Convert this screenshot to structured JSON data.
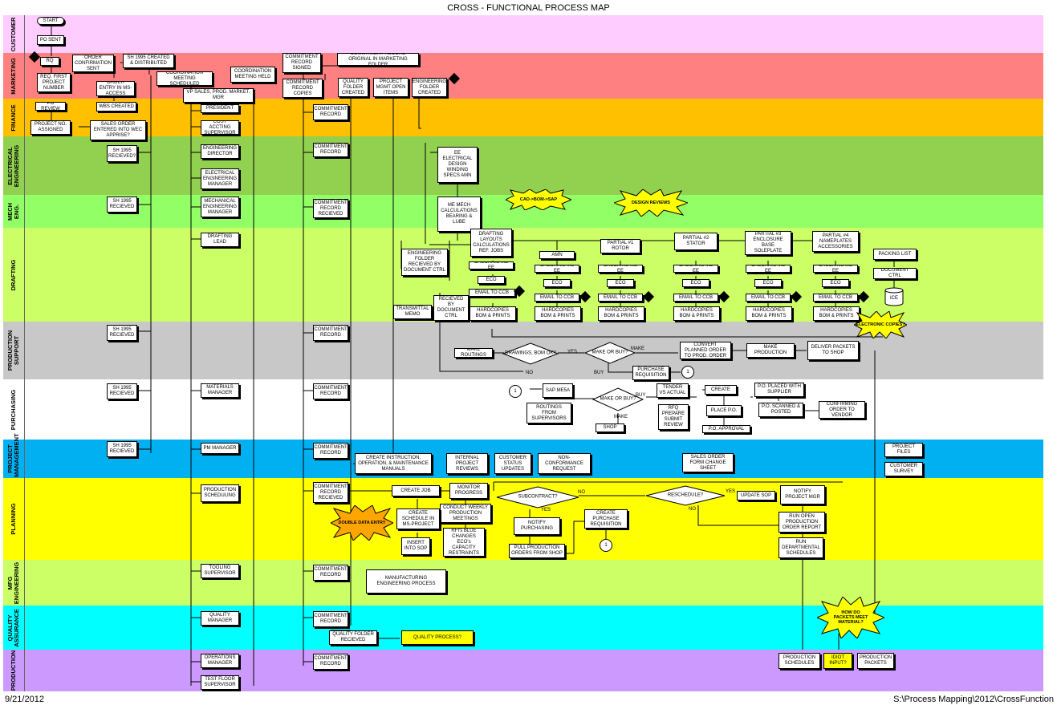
{
  "title": "CROSS - FUNCTIONAL PROCESS MAP",
  "footer": {
    "date": "9/21/2012",
    "path": "S:\\Process Mapping\\2012\\CrossFunction"
  },
  "colors": {
    "customer": "#ffccff",
    "marketing": "#ff8080",
    "finance": "#ffc000",
    "electrical": "#92d050",
    "mech": "#92ff66",
    "drafting": "#ccff66",
    "production_support": "#c8c8c8",
    "purchasing": "#ffffff",
    "project_mgmt": "#00b0f0",
    "planning": "#ffff00",
    "mfg": "#ccff66",
    "quality": "#00ffff",
    "production": "#cc99ff"
  },
  "lanes": [
    {
      "key": "customer",
      "label": "CUSTOMER"
    },
    {
      "key": "marketing",
      "label": "MARKETING"
    },
    {
      "key": "finance",
      "label": "FINANCE"
    },
    {
      "key": "electrical",
      "label": "ELECTRICAL ENGINEERING"
    },
    {
      "key": "mech",
      "label": "MECH ENG."
    },
    {
      "key": "drafting",
      "label": "DRAFTING"
    },
    {
      "key": "production_support",
      "label": "PRODUCTION SUPPORT"
    },
    {
      "key": "purchasing",
      "label": "PURCHASING"
    },
    {
      "key": "project_mgmt",
      "label": "PROJECT MANAGEMENT"
    },
    {
      "key": "planning",
      "label": "PLANNING"
    },
    {
      "key": "mfg",
      "label": "MFG ENGINEERING"
    },
    {
      "key": "quality",
      "label": "QUALITY ASSURANCE"
    },
    {
      "key": "production",
      "label": "PRODUCTION"
    }
  ],
  "nodes": {
    "start": "START",
    "po_sent": "PO SENT",
    "rq": "RQ",
    "req_first": "REQ. FIRST PROJECT NUMBER",
    "order_conf": "ORDER CONFIRMATION SENT",
    "order_entry": "ORDER ENTRY IN MS-ACCESS",
    "sh_created": "SH 1995 CREATED & DISTRIBUTED",
    "coord_sched": "COORDINATION MEETING SCHEDULED",
    "coord_held": "COORDINATION MEETING HELD",
    "commit_signed": "COMMITMENT RECORD SIGNED",
    "commit_original": "COMMITMENT RECORD ORIGINAL IN MARKETING FOLDER",
    "commit_copies": "COMMITMENT RECORD COPIES",
    "quality_folder": "QUALITY FOLDER CREATED",
    "project_mgmt_open": "PROJECT MGMT OPEN ITEMS",
    "eng_folder": "ENGINEERING FOLDER CREATED",
    "vp": "VP SALES, PROD. MARKET. MGR",
    "po_review": "PO REVIEW",
    "wbs": "WBS CREATED",
    "project_no": "PROJECT NO. ASSIGNED",
    "sales_order": "SALES ORDER ENTERED INTO WEC APPRISE?",
    "president": "PRESIDENT",
    "cost_acct": "COST ACCTING SUPERVISOR",
    "commit_record": "COMMITMENT RECORD",
    "sh_recieved": "SH 1995 RECIEVED?",
    "eng_director": "ENGINEERING DIRECTOR",
    "elec_mgr": "ELECTRICAL ENGINEERING MANAGER",
    "ee_design": "EE ELECTRICAL DESIGN WINDING SPECS AMN",
    "sh_recieved2": "SH 1995 RECIEVED",
    "mech_mgr": "MECHANICAL ENGINEERING MANAGER",
    "commit_recieved": "COMMITMENT RECORD RECIEVED",
    "me_calc": "ME MECH CALCULATIONS BEARING & LUBE",
    "cad_bom_sap": "CAD->BOM->SAP",
    "design_reviews": "DESIGN REVIEWS",
    "drafting_lead": "DRAFTING LEAD",
    "eng_folder_recv": "ENGINEERING FOLDER RECIEVED BY DOCUMENT CTRL",
    "drafting_layouts": "DRAFTING LAYOUTS CALCULATIONS REF. JOBS",
    "amn": "AMN",
    "partial1": "PARTIAL #1 ROTOR",
    "partial2": "PARTIAL #2 STATOR",
    "partial3": "PARTIAL #3 ENCLOSURE BASE SOLEPLATE",
    "partial4": "PARTIAL #4 NAMEPLATES ACCESSORIES",
    "checking": "CHECKING ME EE",
    "eco": "ECO",
    "email_ccb": "EMAIL TO CCB",
    "hard_copies": "HARDCOPIES BOM & PRINTS",
    "transmittal": "TRANSMITTAL MEMO",
    "recv_doc": "RECIEVED BY DOCUMENT CTRL",
    "packing_list": "PACKING LIST",
    "doc_ctrl": "DOCUMENT CTRL",
    "ice": "ICE",
    "electronic_copies": "ELECTRONIC COPIES?",
    "make_routings": "MAKE ROUTINGS",
    "drawings_ok": "DRAWINGS, BOM OK?",
    "yes": "YES",
    "no": "NO",
    "make": "MAKE",
    "buy": "BUY",
    "make_or_buy": "MAKE OR BUY?",
    "convert_planned": "CONVERT PLANNED ORDER TO PROD. ORDER",
    "make_production": "MAKE PRODUCTION",
    "deliver_packets": "DELIVER PACKETS TO SHOP",
    "purchase_req": "PURCHASE REQUISITION",
    "one": "1",
    "materials_mgr": "MATERIALS MANAGER",
    "sap_me5a": "SAP ME5A",
    "routings_sup": "ROUTINGS FROM SUPERVISORS",
    "shop": "SHOP",
    "tender": "TENDER VS ACTUAL",
    "rfq": "RFQ PREPARE SUBMIT REVIEW",
    "create": "CREATE",
    "place_po": "PLACE P.O.",
    "po_approval": "P.O. APPROVAL",
    "po_placed": "P.O. PLACED WITH SUPPLIER",
    "po_scanned": "P.O. SCANNED & POSTED",
    "confirming": "CONFIRMING ORDER TO VENDOR",
    "pm_manager": "PM MANAGER",
    "create_instr": "CREATE INSTRUCTION, OPERATION, & MAINTENANCE MANUALS",
    "internal_reviews": "INTERNAL PROJECT REVIEWS",
    "customer_status": "CUSTOMER STATUS UPDATES",
    "non_conformance": "NON-CONFORMANCE REQUEST",
    "sales_change": "SALES ORDER FORM CHANGE SHEET",
    "project_files": "PROJECT FILES",
    "customer_survey": "CUSTOMER SURVEY",
    "prod_scheduling": "PRODUCTION SCHEDULING",
    "create_job": "CREATE JOB",
    "monitor": "MONITOR PROGRESS",
    "conduct": "CONDUCT WEEKLY PRODUCTION MEETINGS",
    "create_schedule": "CREATE SCHEDULE IN MS-PROJECT",
    "double_entry": "DOUBLE DATA ENTRY",
    "insert_sop": "INSERT INTO SOP",
    "rfis": "RFI's BLUE CHANGES ECO's CAPACITY RESTRAINTS",
    "subcontract": "SUBCONTRACT?",
    "notify_purch": "NOTIFY PURCHASING",
    "pull_prod": "PULL PRODUCTION ORDERS FROM SHOP",
    "create_req": "CREATE PURCHASE REQUISITION",
    "reschedule": "RESCHEDULE?",
    "update_sop": "UPDATE SOP",
    "notify_pm": "NOTIFY PROJECT MGR",
    "run_open": "RUN OPEN PRODUCTION ORDER REPORT",
    "run_dept": "RUN DEPARTMENTAL SCHEDULES",
    "tooling": "TOOLING SUPERVISOR",
    "mfg_process": "MANUFACTURING ENGINEERING PROCESS",
    "quality_mgr": "QUALITY MANAGER",
    "quality_folder_recv": "QUALITY FOLDER RECIEVED",
    "quality_process": "QUALITY PROCESS?",
    "how_packets": "HOW DO PACKETS MEET MATERIAL?",
    "operations_mgr": "OPERATIONS MANAGER",
    "test_floor": "TEST FLOOR SUPERVISOR",
    "prod_schedules": "PRODUCTION SCHEDULES",
    "idiot_input": "IDIOT INPUT?",
    "prod_packets": "PRODUCTION PACKETS"
  }
}
